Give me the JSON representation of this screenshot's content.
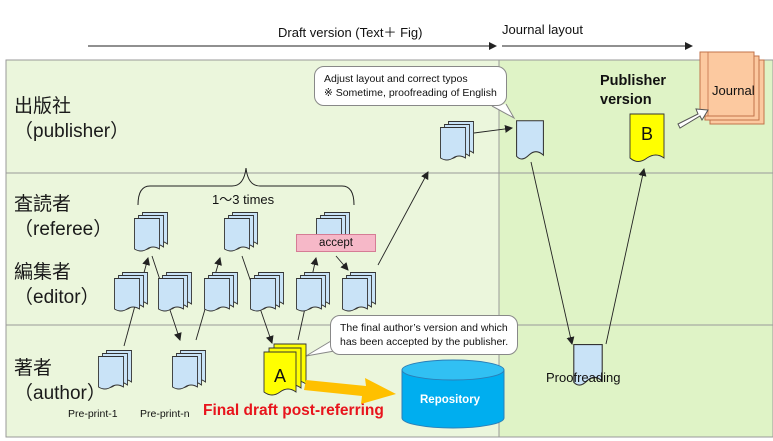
{
  "header": {
    "draft_stage": "Draft version (Text＋ Fig)",
    "journal_stage": "Journal layout"
  },
  "lanes": {
    "publisher": {
      "jp": "出版社",
      "en": "（publisher）"
    },
    "referee": {
      "jp": "査読者",
      "en": "（referee）"
    },
    "editor": {
      "jp": "編集者",
      "en": "（editor）"
    },
    "author": {
      "jp": "著者",
      "en": "（author）"
    }
  },
  "callouts": {
    "publisher_note_line1": "Adjust layout and correct typos",
    "publisher_note_line2": "※ Sometime, proofreading of English",
    "author_note_line1": "The final author’s version and which",
    "author_note_line2": "has been accepted by the publisher."
  },
  "labels": {
    "review_cycles": "1～3 times",
    "accept": "accept",
    "preprint_1": "Pre-print-1",
    "preprint_n": "Pre-print-n",
    "final_draft": "Final draft post-referring",
    "repository": "Repository",
    "proofreading": "Proofreading",
    "publisher_version_line1": "Publisher",
    "publisher_version_line2": "version",
    "doc_a": "A",
    "doc_b": "B",
    "journal": "Journal"
  },
  "colors": {
    "lane_fill": "#ebf6dc",
    "journal_area_fill": "#dff3c6",
    "document_fill": "#c9e3f7",
    "highlight_doc": "#ffff00",
    "repository": "#00aeef",
    "final_draft_text": "#e8141c",
    "journal_fill": "#fcc9a0",
    "arrow_orange": "#ffc000",
    "accept_fill": "#f6b8c8"
  }
}
